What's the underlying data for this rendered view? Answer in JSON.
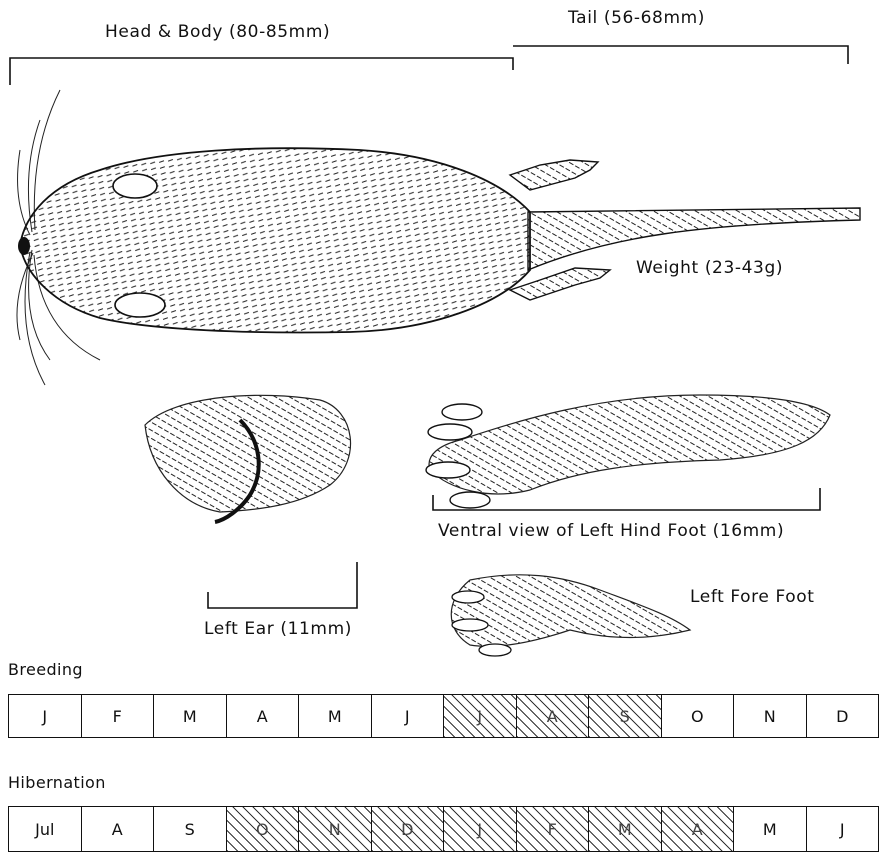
{
  "labels": {
    "head_body": "Head & Body (80-85mm)",
    "tail": "Tail (56-68mm)",
    "weight": "Weight (23-43g)",
    "ear": "Left Ear (11mm)",
    "hind_foot": "Ventral view of Left Hind Foot (16mm)",
    "fore_foot": "Left Fore Foot"
  },
  "breeding": {
    "title": "Breeding",
    "months": [
      {
        "label": "J",
        "active": false
      },
      {
        "label": "F",
        "active": false
      },
      {
        "label": "M",
        "active": false
      },
      {
        "label": "A",
        "active": false
      },
      {
        "label": "M",
        "active": false
      },
      {
        "label": "J",
        "active": false
      },
      {
        "label": "J",
        "active": true
      },
      {
        "label": "A",
        "active": true
      },
      {
        "label": "S",
        "active": true
      },
      {
        "label": "O",
        "active": false
      },
      {
        "label": "N",
        "active": false
      },
      {
        "label": "D",
        "active": false
      }
    ]
  },
  "hibernation": {
    "title": "Hibernation",
    "months": [
      {
        "label": "Jul",
        "active": false
      },
      {
        "label": "A",
        "active": false
      },
      {
        "label": "S",
        "active": false
      },
      {
        "label": "O",
        "active": true
      },
      {
        "label": "N",
        "active": true
      },
      {
        "label": "D",
        "active": true
      },
      {
        "label": "J",
        "active": true
      },
      {
        "label": "F",
        "active": true
      },
      {
        "label": "M",
        "active": true
      },
      {
        "label": "A",
        "active": true
      },
      {
        "label": "M",
        "active": false
      },
      {
        "label": "J",
        "active": false
      }
    ]
  }
}
